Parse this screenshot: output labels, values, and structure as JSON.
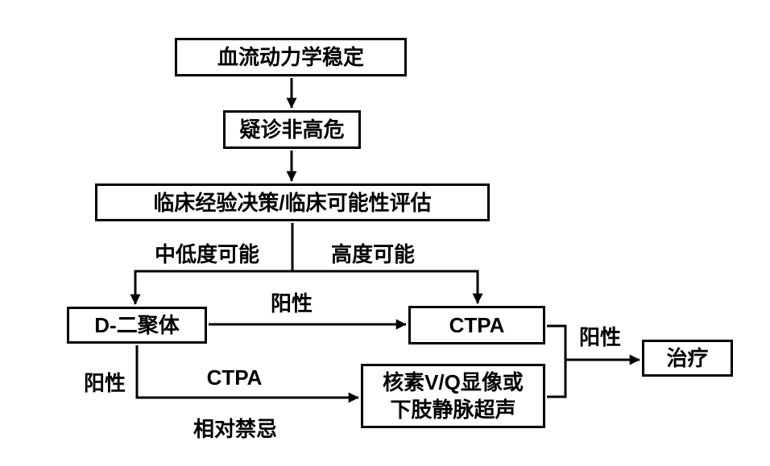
{
  "flowchart": {
    "nodes": {
      "hemodynamic": "血流动力学稳定",
      "suspected_non_high_risk": "疑诊非高危",
      "clinical_assessment": "临床经验决策/临床可能性评估",
      "d_dimer": "D-二聚体",
      "ctpa": "CTPA",
      "vq_line1": "核素V/Q显像或",
      "vq_line2": "下肢静脉超声",
      "treatment": "治疗"
    },
    "edge_labels": {
      "low_medium_probability": "中低度可能",
      "high_probability": "高度可能",
      "ddimer_positive_to_ctpa": "阳性",
      "ddimer_positive_down": "阳性",
      "ctpa_word": "CTPA",
      "relative_contraindication": "相对禁忌",
      "positive_to_treatment": "阳性"
    },
    "colors": {
      "line": "#000000",
      "text": "#000000",
      "background": "#ffffff"
    }
  }
}
